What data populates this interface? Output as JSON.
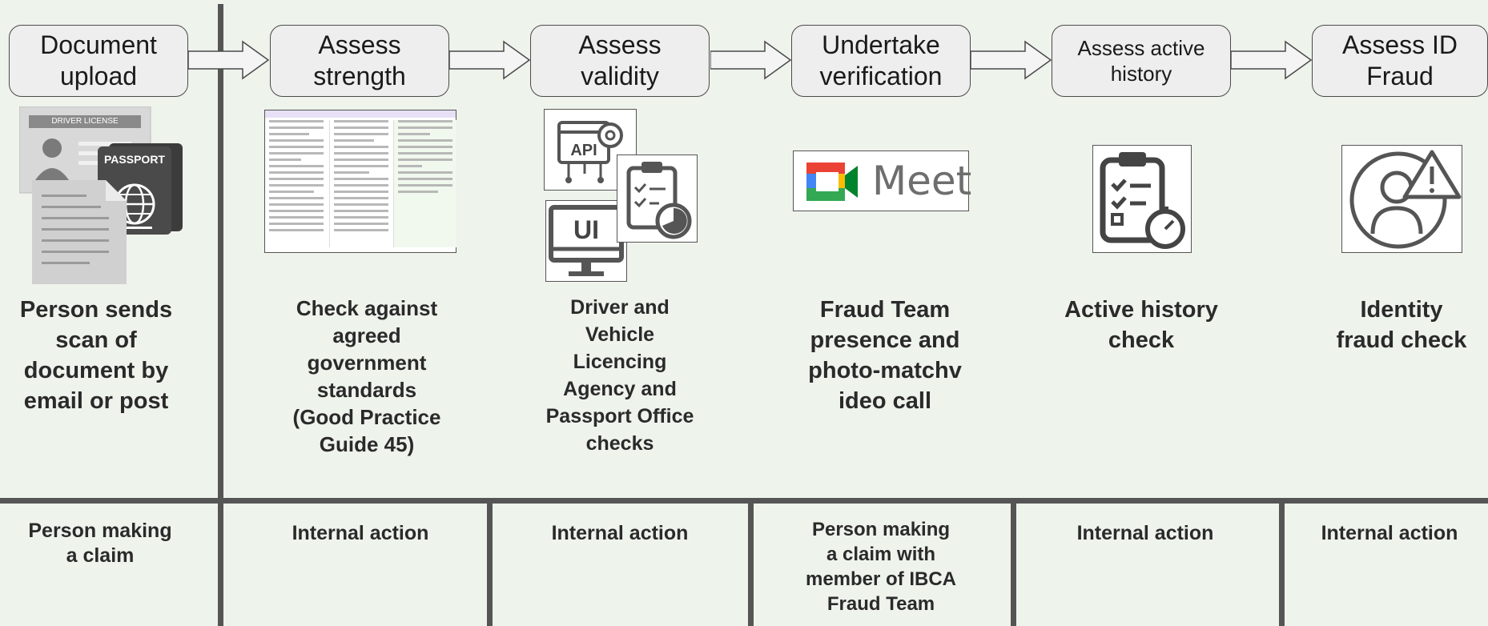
{
  "steps": [
    {
      "title": "Document\nupload"
    },
    {
      "title": "Assess\nstrength"
    },
    {
      "title": "Assess\nvalidity"
    },
    {
      "title": "Undertake\nverification"
    },
    {
      "title": "Assess active\nhistory"
    },
    {
      "title": "Assess ID\nFraud"
    }
  ],
  "descriptions": [
    "Person sends\nscan of\ndocument by\nemail or post",
    "Check against\nagreed\ngovernment\nstandards\n(Good Practice\nGuide 45)",
    "Driver and\nVehicle\nLicencing\nAgency and\nPassport Office\nchecks",
    "Fraud Team\npresence and\nphoto-matchv\nideo call",
    "Active history\ncheck",
    "Identity\nfraud check"
  ],
  "actors": [
    "Person making\na claim",
    "Internal action",
    "Internal action",
    "Person making\na claim with\nmember of IBCA\nFraud Team",
    "Internal action",
    "Internal action"
  ],
  "images": {
    "license_label": "DRIVER LICENSE",
    "passport_label": "PASSPORT",
    "api_label": "API",
    "ui_label": "UI",
    "meet_label": "Meet"
  },
  "icons": [
    "driver-license-icon",
    "passport-icon",
    "document-icon",
    "standards-table-thumbnail",
    "api-icon",
    "clipboard-timer-icon",
    "monitor-ui-icon",
    "google-meet-logo",
    "clipboard-timer-icon",
    "user-warning-icon"
  ],
  "colors": {
    "background": "#eef3ec",
    "box": "#eeeeee",
    "line": "#555555"
  }
}
